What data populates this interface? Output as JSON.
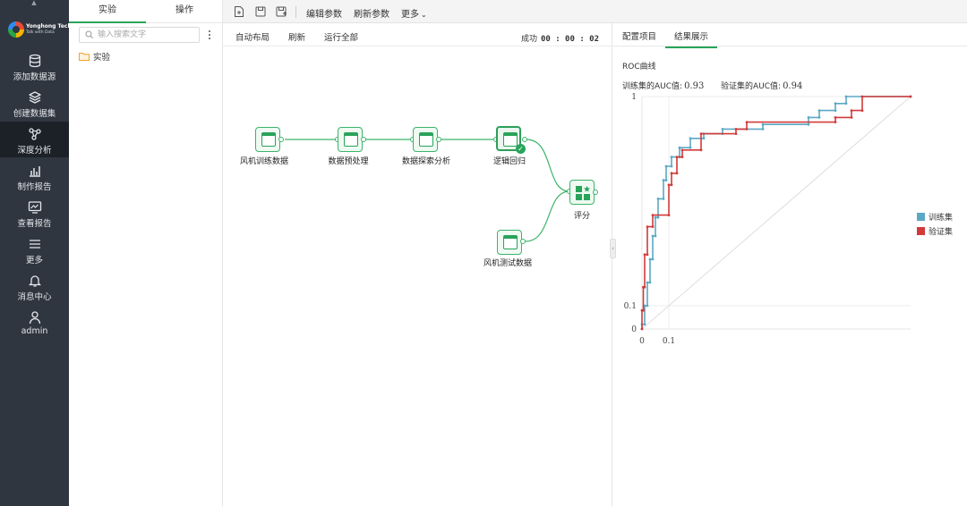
{
  "sidebar": {
    "logo_line1": "Yonghong Tech",
    "logo_line2": "Talk with Data",
    "items": [
      {
        "label": "添加数据源",
        "icon": "database-icon"
      },
      {
        "label": "创建数据集",
        "icon": "layers-icon"
      },
      {
        "label": "深度分析",
        "icon": "network-icon",
        "active": true
      },
      {
        "label": "制作报告",
        "icon": "bar-chart-icon"
      },
      {
        "label": "查看报告",
        "icon": "monitor-chart-icon"
      },
      {
        "label": "更多",
        "icon": "menu-icon"
      },
      {
        "label": "消息中心",
        "icon": "bell-icon"
      },
      {
        "label": "admin",
        "icon": "user-icon"
      }
    ]
  },
  "tree": {
    "tabs": [
      "实验",
      "操作"
    ],
    "search_placeholder": "输入搜索文字",
    "folder_label": "实验"
  },
  "toolbar": {
    "edit_params": "编辑参数",
    "refresh_params": "刷新参数",
    "more": "更多"
  },
  "canvas_head": {
    "auto_layout": "自动布局",
    "refresh": "刷新",
    "run_all": "运行全部",
    "status_label": "成功",
    "elapsed": "00 : 00 : 02"
  },
  "nodes": {
    "train": "风机训练数据",
    "preprocess": "数据预处理",
    "explore": "数据探索分析",
    "logreg": "逻辑回归",
    "score": "评分",
    "test": "风机测试数据"
  },
  "right_panel": {
    "tabs": [
      "配置项目",
      "结果展示"
    ],
    "chart_title": "ROC曲线",
    "train_auc_label": "训练集的AUC值:",
    "train_auc": "0.93",
    "valid_auc_label": "验证集的AUC值:",
    "valid_auc": "0.94"
  },
  "colors": {
    "train": "#5ba8c4",
    "valid": "#d23a3a",
    "accent": "#27a55a"
  },
  "chart_data": {
    "type": "line",
    "title": "ROC曲线",
    "xlabel": "",
    "ylabel": "",
    "xlim": [
      0,
      1
    ],
    "ylim": [
      0,
      1
    ],
    "x_ticks": [
      "0",
      "0.1"
    ],
    "y_ticks": [
      "0",
      "0.1",
      "1"
    ],
    "legend_position": "right",
    "series": [
      {
        "name": "训练集",
        "color": "#5ba8c4",
        "points": [
          [
            0,
            0
          ],
          [
            0,
            0.02
          ],
          [
            0.01,
            0.02
          ],
          [
            0.01,
            0.1
          ],
          [
            0.02,
            0.1
          ],
          [
            0.02,
            0.2
          ],
          [
            0.03,
            0.2
          ],
          [
            0.03,
            0.3
          ],
          [
            0.04,
            0.3
          ],
          [
            0.04,
            0.4
          ],
          [
            0.05,
            0.4
          ],
          [
            0.05,
            0.48
          ],
          [
            0.06,
            0.48
          ],
          [
            0.06,
            0.56
          ],
          [
            0.08,
            0.56
          ],
          [
            0.08,
            0.64
          ],
          [
            0.09,
            0.64
          ],
          [
            0.09,
            0.7
          ],
          [
            0.11,
            0.7
          ],
          [
            0.11,
            0.74
          ],
          [
            0.14,
            0.74
          ],
          [
            0.14,
            0.78
          ],
          [
            0.18,
            0.78
          ],
          [
            0.18,
            0.82
          ],
          [
            0.23,
            0.82
          ],
          [
            0.23,
            0.84
          ],
          [
            0.3,
            0.84
          ],
          [
            0.3,
            0.86
          ],
          [
            0.45,
            0.86
          ],
          [
            0.45,
            0.88
          ],
          [
            0.62,
            0.88
          ],
          [
            0.62,
            0.91
          ],
          [
            0.66,
            0.91
          ],
          [
            0.66,
            0.94
          ],
          [
            0.72,
            0.94
          ],
          [
            0.72,
            0.97
          ],
          [
            0.76,
            0.97
          ],
          [
            0.76,
            1.0
          ],
          [
            1.0,
            1.0
          ]
        ]
      },
      {
        "name": "验证集",
        "color": "#d23a3a",
        "points": [
          [
            0,
            0
          ],
          [
            0,
            0.08
          ],
          [
            0.005,
            0.08
          ],
          [
            0.005,
            0.18
          ],
          [
            0.01,
            0.18
          ],
          [
            0.01,
            0.32
          ],
          [
            0.02,
            0.32
          ],
          [
            0.02,
            0.44
          ],
          [
            0.04,
            0.44
          ],
          [
            0.04,
            0.49
          ],
          [
            0.1,
            0.49
          ],
          [
            0.1,
            0.62
          ],
          [
            0.11,
            0.62
          ],
          [
            0.11,
            0.67
          ],
          [
            0.13,
            0.67
          ],
          [
            0.13,
            0.74
          ],
          [
            0.15,
            0.74
          ],
          [
            0.15,
            0.77
          ],
          [
            0.22,
            0.77
          ],
          [
            0.22,
            0.84
          ],
          [
            0.35,
            0.84
          ],
          [
            0.35,
            0.86
          ],
          [
            0.39,
            0.86
          ],
          [
            0.39,
            0.89
          ],
          [
            0.72,
            0.89
          ],
          [
            0.72,
            0.91
          ],
          [
            0.78,
            0.91
          ],
          [
            0.78,
            0.94
          ],
          [
            0.82,
            0.94
          ],
          [
            0.82,
            1.0
          ],
          [
            1.0,
            1.0
          ]
        ]
      }
    ]
  }
}
